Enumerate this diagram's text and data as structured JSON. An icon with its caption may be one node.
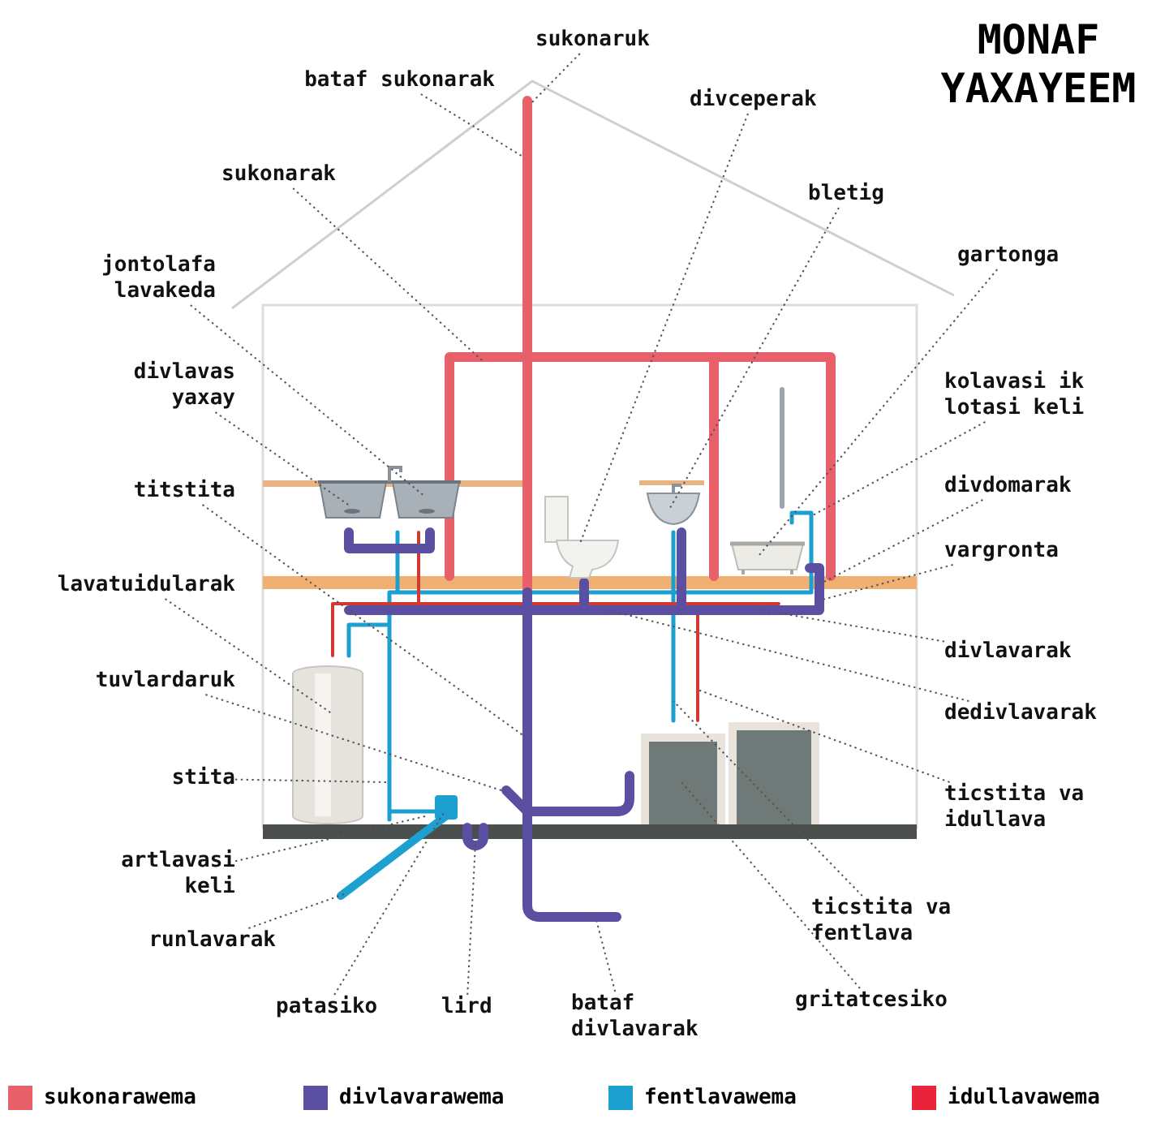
{
  "diagram": {
    "title": "MONAF YAXAYEEM",
    "nodes": [
      {
        "text": [
          "sukonaruk"
        ]
      },
      {
        "text": [
          "bataf sukonarak"
        ]
      },
      {
        "text": [
          "sukonarak"
        ]
      },
      {
        "text": [
          "jontolafa lavakeda"
        ]
      },
      {
        "text": [
          "divlavas yaxay"
        ]
      },
      {
        "text": [
          "titstita"
        ]
      },
      {
        "text": [
          "lavatuidularak"
        ]
      },
      {
        "text": [
          "tuvlardaruk"
        ]
      },
      {
        "text": [
          "stita"
        ]
      },
      {
        "text": [
          "artlavasi keli"
        ]
      },
      {
        "text": [
          "runlavarak"
        ]
      },
      {
        "text": [
          "patasiko"
        ]
      },
      {
        "text": [
          "lird"
        ]
      },
      {
        "text": [
          "bataf divlavarak"
        ]
      },
      {
        "text": [
          "divceperak"
        ]
      },
      {
        "text": [
          "bletig"
        ]
      },
      {
        "text": [
          "gartonga"
        ]
      },
      {
        "text": [
          "kolavasi ik lotasi keli"
        ]
      },
      {
        "text": [
          "divdomarak"
        ]
      },
      {
        "text": [
          "vargronta"
        ]
      },
      {
        "text": [
          "divlavarak"
        ]
      },
      {
        "text": [
          "dedivlavarak"
        ]
      },
      {
        "text": [
          "ticstita va idullava"
        ]
      },
      {
        "text": [
          "ticstita va fentlava"
        ]
      },
      {
        "text": [
          "gritatcesiko"
        ]
      }
    ],
    "edges": [
      {
        "from": 0,
        "to": null,
        "arrow": "none"
      },
      {
        "from": 1,
        "to": null,
        "arrow": "none"
      },
      {
        "from": 2,
        "to": null,
        "arrow": "none"
      },
      {
        "from": 3,
        "to": null,
        "arrow": "none"
      },
      {
        "from": 4,
        "to": null,
        "arrow": "none"
      },
      {
        "from": 5,
        "to": null,
        "arrow": "none"
      },
      {
        "from": 6,
        "to": null,
        "arrow": "none"
      },
      {
        "from": 7,
        "to": null,
        "arrow": "none"
      },
      {
        "from": 8,
        "to": null,
        "arrow": "none"
      },
      {
        "from": 9,
        "to": null,
        "arrow": "none"
      },
      {
        "from": 10,
        "to": null,
        "arrow": "none"
      },
      {
        "from": 11,
        "to": null,
        "arrow": "none"
      },
      {
        "from": 12,
        "to": null,
        "arrow": "none"
      },
      {
        "from": 13,
        "to": null,
        "arrow": "none"
      },
      {
        "from": 14,
        "to": null,
        "arrow": "none"
      },
      {
        "from": 15,
        "to": null,
        "arrow": "none"
      },
      {
        "from": 16,
        "to": null,
        "arrow": "none"
      },
      {
        "from": 17,
        "to": null,
        "arrow": "none"
      },
      {
        "from": 18,
        "to": null,
        "arrow": "none"
      },
      {
        "from": 19,
        "to": null,
        "arrow": "none"
      },
      {
        "from": 20,
        "to": null,
        "arrow": "none"
      },
      {
        "from": 21,
        "to": null,
        "arrow": "none"
      },
      {
        "from": 22,
        "to": null,
        "arrow": "none"
      },
      {
        "from": 23,
        "to": null,
        "arrow": "none"
      },
      {
        "from": 24,
        "to": null,
        "arrow": "none"
      }
    ],
    "legend": [
      {
        "text": "sukonarawema",
        "color": "#e8606a"
      },
      {
        "text": "divlavarawema",
        "color": "#5a4fa0"
      },
      {
        "text": "fentlavawema",
        "color": "#1ca0d0"
      },
      {
        "text": "idullavawema",
        "color": "#e8233a"
      }
    ]
  }
}
